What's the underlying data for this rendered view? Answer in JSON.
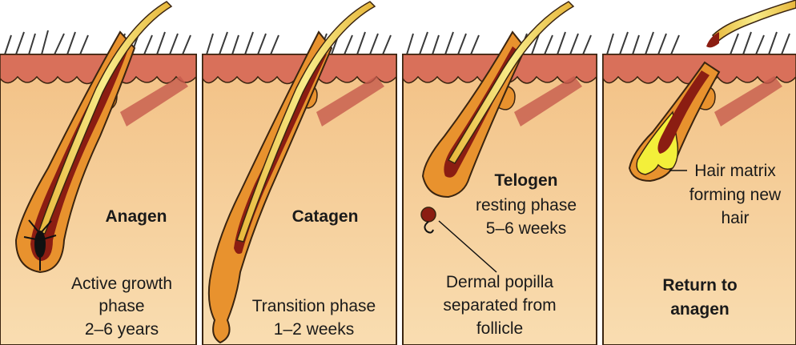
{
  "panels": [
    {
      "title": "Anagen",
      "description": [
        "Active growth",
        "phase",
        "2–6 years"
      ]
    },
    {
      "title": "Catagen",
      "description": [
        "Transition phase",
        "1–2 weeks"
      ]
    },
    {
      "title": "Telogen",
      "description": [
        "resting phase",
        "5–6 weeks"
      ],
      "annotation": [
        "Dermal popilla",
        "separated from",
        "follicle"
      ]
    },
    {
      "title": "Return to anagen",
      "title_lines": [
        "Return to",
        "anagen"
      ],
      "annotation": [
        "Hair matrix",
        "forming new",
        "hair"
      ]
    }
  ],
  "colors": {
    "dermis": "#f5c98a",
    "dermis_light": "#f9dcae",
    "epidermis": "#d9705a",
    "follicle_sheath": "#e8922e",
    "hair_shaft": "#f2e27a",
    "hair_inner": "#8b1d12",
    "papilla": "#8b1d12",
    "matrix_new": "#f3ef3a",
    "outline": "#3a2410"
  }
}
